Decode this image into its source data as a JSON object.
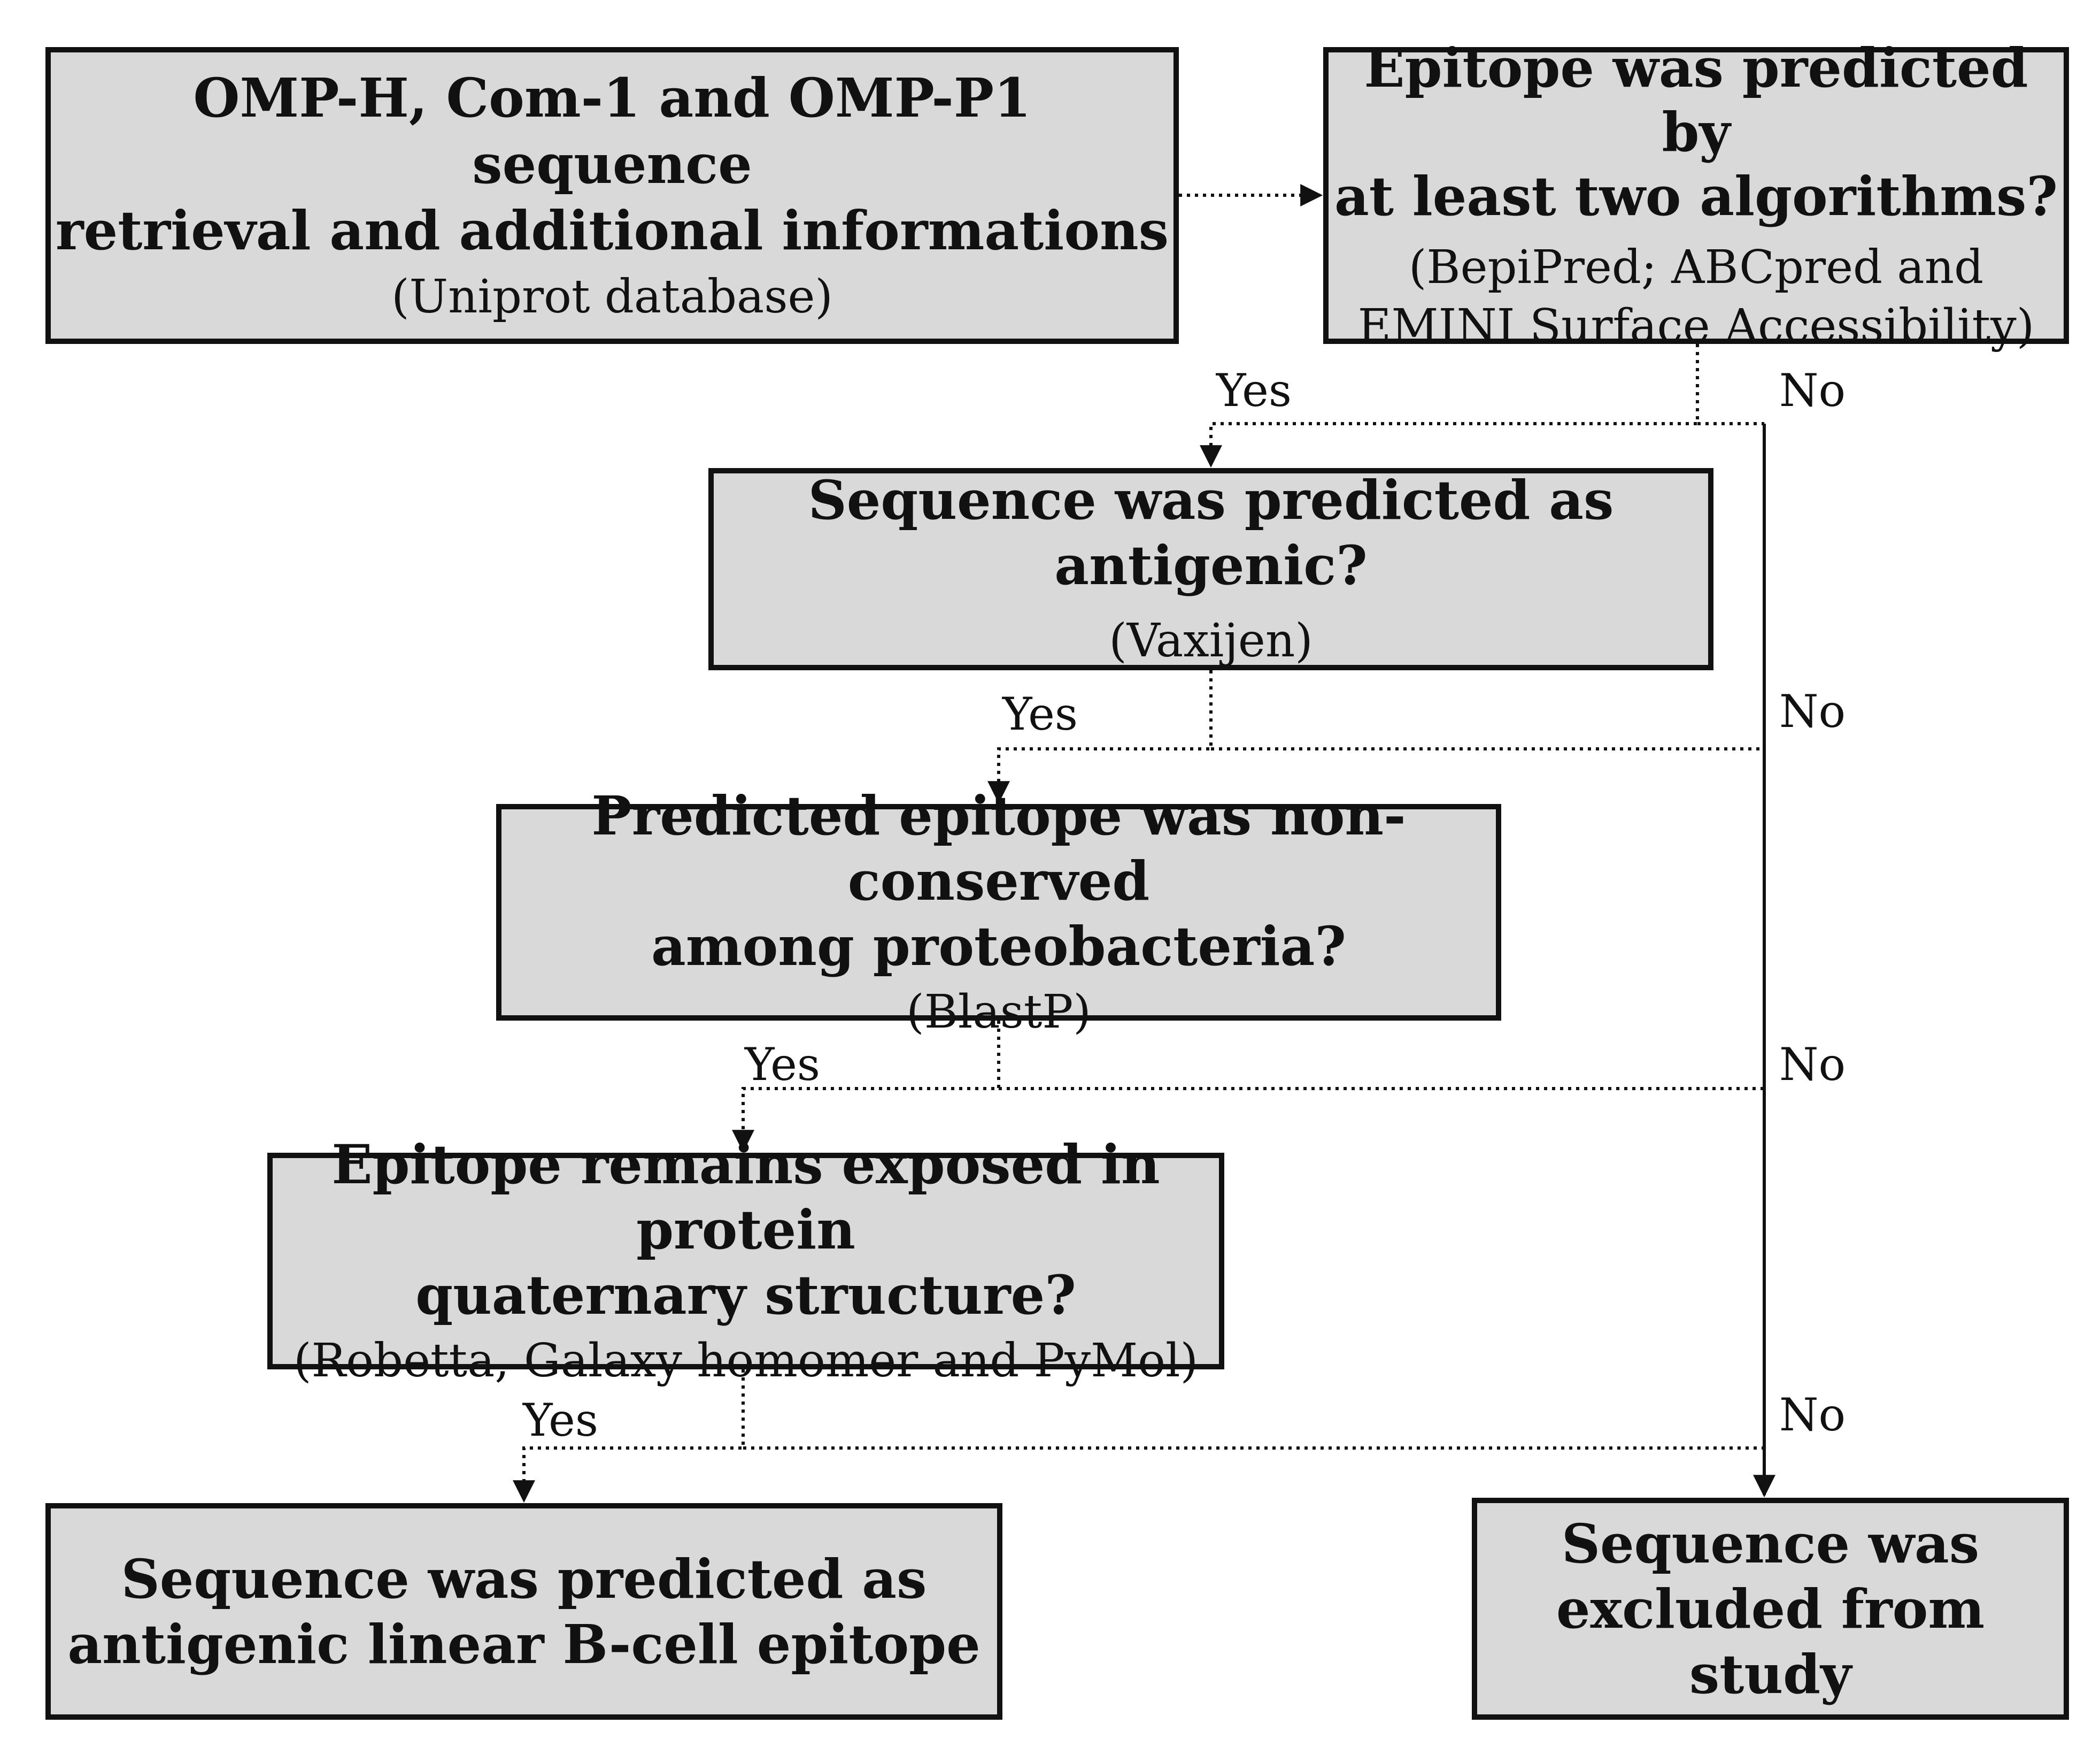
{
  "boxes": {
    "retrieval": {
      "title_line1": "OMP-H, Com-1 and OMP-P1 sequence",
      "title_line2": "retrieval and additional informations",
      "sub": "(Uniprot database)"
    },
    "algorithms": {
      "title_line1": "Epitope was predicted by",
      "title_line2": "at least two algorithms?",
      "sub_line1": "(BepiPred; ABCpred and",
      "sub_line2": "EMINI Surface Accessibility)"
    },
    "antigenic": {
      "title": "Sequence was predicted as antigenic?",
      "sub": "(Vaxijen)"
    },
    "nonconserved": {
      "title_line1": "Predicted epitope was non-conserved",
      "title_line2": "among proteobacteria?",
      "sub": "(BlastP)"
    },
    "exposed": {
      "title_line1": "Epitope remains exposed in protein",
      "title_line2": "quaternary structure?",
      "sub": "(Robetta, Galaxy homomer and PyMol)"
    },
    "result_yes": {
      "title_line1": "Sequence was predicted as",
      "title_line2": "antigenic linear B-cell epitope"
    },
    "result_no": {
      "title_line1": "Sequence was",
      "title_line2": "excluded from study"
    }
  },
  "labels": {
    "yes": "Yes",
    "no": "No"
  }
}
